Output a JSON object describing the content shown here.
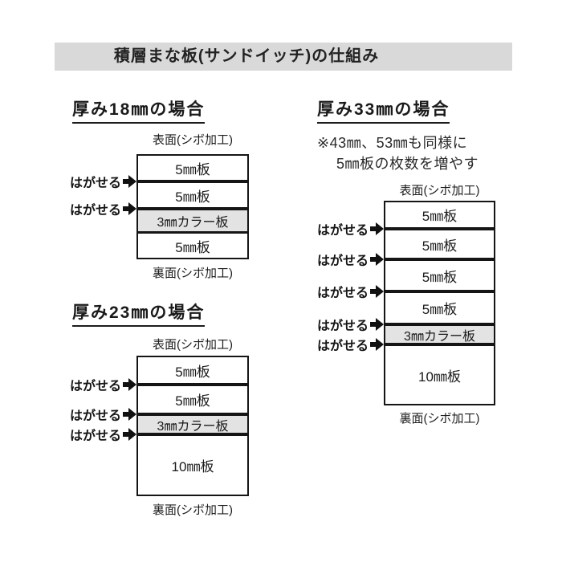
{
  "page": {
    "title": "積層まな板(サンドイッチ)の仕組み"
  },
  "labels": {
    "peel": "はがせる",
    "surface": "表面(シボ加工)",
    "back": "裏面(シボ加工)"
  },
  "sections": {
    "s18": {
      "heading": "厚み18㎜の場合",
      "layers": [
        "5㎜板",
        "5㎜板",
        "3㎜カラー板",
        "5㎜板"
      ]
    },
    "s23": {
      "heading": "厚み23㎜の場合",
      "layers": [
        "5㎜板",
        "5㎜板",
        "3㎜カラー板",
        "10㎜板"
      ]
    },
    "s33": {
      "heading": "厚み33㎜の場合",
      "note_line1": "※43㎜、53㎜も同様に",
      "note_line2": "5㎜板の枚数を増やす",
      "layers": [
        "5㎜板",
        "5㎜板",
        "5㎜板",
        "5㎜板",
        "3㎜カラー板",
        "10㎜板"
      ]
    }
  },
  "colors": {
    "banner_bg": "#d9d9d9",
    "color_layer_bg": "#e3e3e3",
    "line": "#151515"
  }
}
